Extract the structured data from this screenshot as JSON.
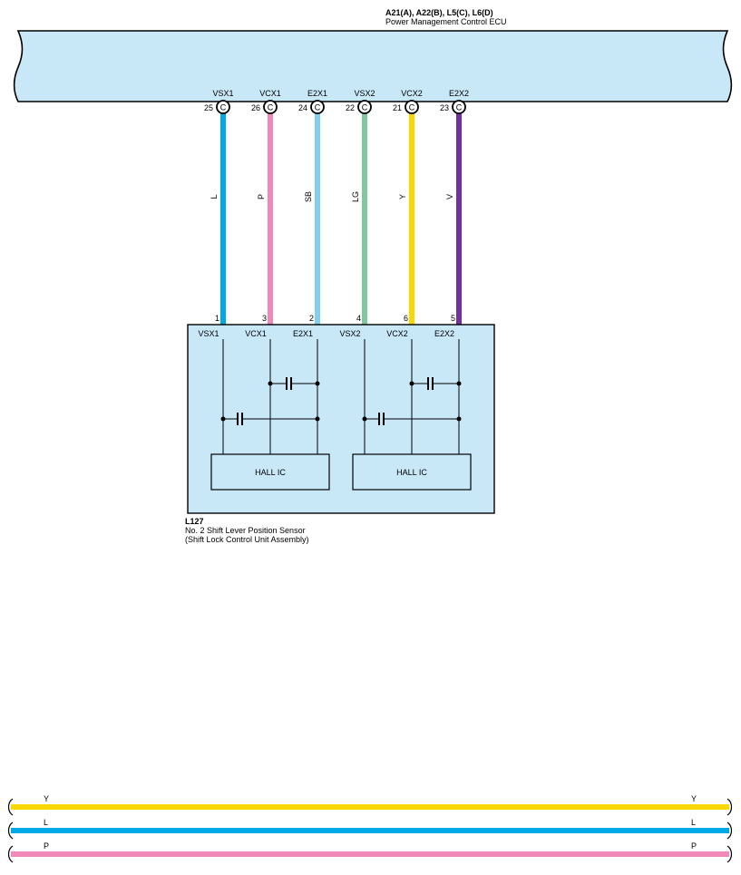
{
  "ecu": {
    "connector_label": "A21(A), A22(B), L5(C), L6(D)",
    "name": "Power Management Control ECU",
    "fill": "#c8e8f8",
    "pins": [
      {
        "signal": "VSX1",
        "pin": "25",
        "conn": "C",
        "wire": "L",
        "color": "#00a8e8"
      },
      {
        "signal": "VCX1",
        "pin": "26",
        "conn": "C",
        "wire": "P",
        "color": "#f088b8"
      },
      {
        "signal": "E2X1",
        "pin": "24",
        "conn": "C",
        "wire": "SB",
        "color": "#80d0f0"
      },
      {
        "signal": "VSX2",
        "pin": "22",
        "conn": "C",
        "wire": "LG",
        "color": "#80c8a0"
      },
      {
        "signal": "VCX2",
        "pin": "21",
        "conn": "C",
        "wire": "Y",
        "color": "#f8d800"
      },
      {
        "signal": "E2X2",
        "pin": "23",
        "conn": "C",
        "wire": "V",
        "color": "#7030a0"
      }
    ]
  },
  "sensor": {
    "id": "L127",
    "name_line1": "No.  2 Shift Lever Position Sensor",
    "name_line2": "(Shift Lock Control Unit Assembly)",
    "fill": "#c8e8f8",
    "pins": [
      {
        "signal": "VSX1",
        "pin": "1"
      },
      {
        "signal": "VCX1",
        "pin": "3"
      },
      {
        "signal": "E2X1",
        "pin": "2"
      },
      {
        "signal": "VSX2",
        "pin": "4"
      },
      {
        "signal": "VCX2",
        "pin": "6"
      },
      {
        "signal": "E2X2",
        "pin": "5"
      }
    ],
    "hall_ic_1": "HALL IC",
    "hall_ic_2": "HALL IC"
  },
  "legend": [
    {
      "code": "Y",
      "color": "#f8d800"
    },
    {
      "code": "L",
      "color": "#00a8e8"
    },
    {
      "code": "P",
      "color": "#f088b8"
    }
  ]
}
